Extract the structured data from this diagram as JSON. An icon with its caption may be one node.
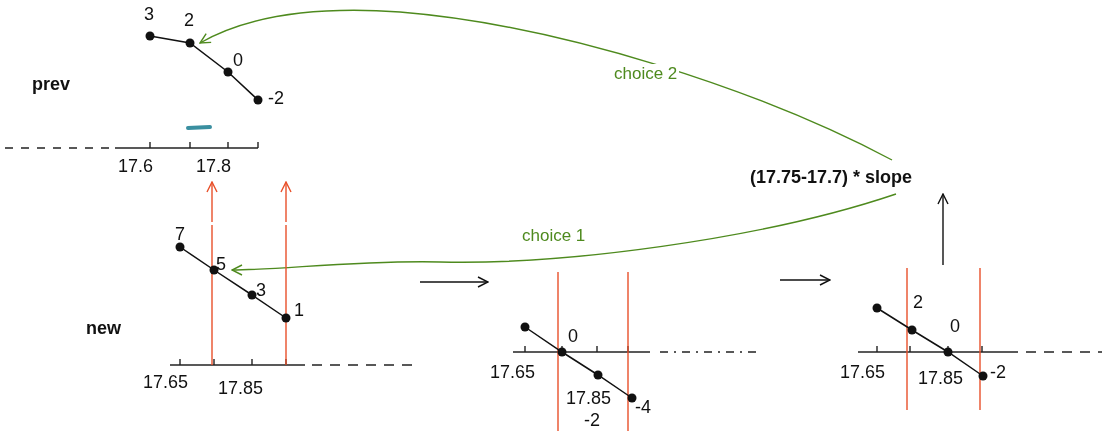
{
  "diagram": {
    "nodes": [
      {
        "text": [
          "3",
          "2",
          "0",
          "prev",
          "-2",
          "17.6",
          "17.8"
        ]
      },
      {
        "text": [
          "7",
          "5",
          "3",
          "1",
          "new",
          "17.65",
          "17.85"
        ]
      },
      {
        "text": [
          "0",
          "17.65",
          "17.85",
          "-2",
          "-4"
        ]
      },
      {
        "text": [
          "2",
          "0",
          "-2",
          "17.65",
          "17.85"
        ]
      },
      {
        "text": [
          "(17.75-17.7) * slope"
        ]
      }
    ],
    "edges": [
      {
        "from": 4,
        "to": 0,
        "arrow": "to",
        "label": "choice 2",
        "color": "#4e8a1e"
      },
      {
        "from": 4,
        "to": 1,
        "arrow": "to",
        "label": "choice 1",
        "color": "#4e8a1e"
      },
      {
        "from": 1,
        "to": 2,
        "arrow": "to"
      },
      {
        "from": 2,
        "to": 3,
        "arrow": "to"
      },
      {
        "from": 3,
        "to": 4,
        "arrow": "to"
      },
      {
        "from": 1,
        "to": 0,
        "arrow": "to",
        "color": "#e8502a"
      },
      {
        "from": 1,
        "to": 0,
        "arrow": "to",
        "color": "#e8502a"
      }
    ]
  }
}
